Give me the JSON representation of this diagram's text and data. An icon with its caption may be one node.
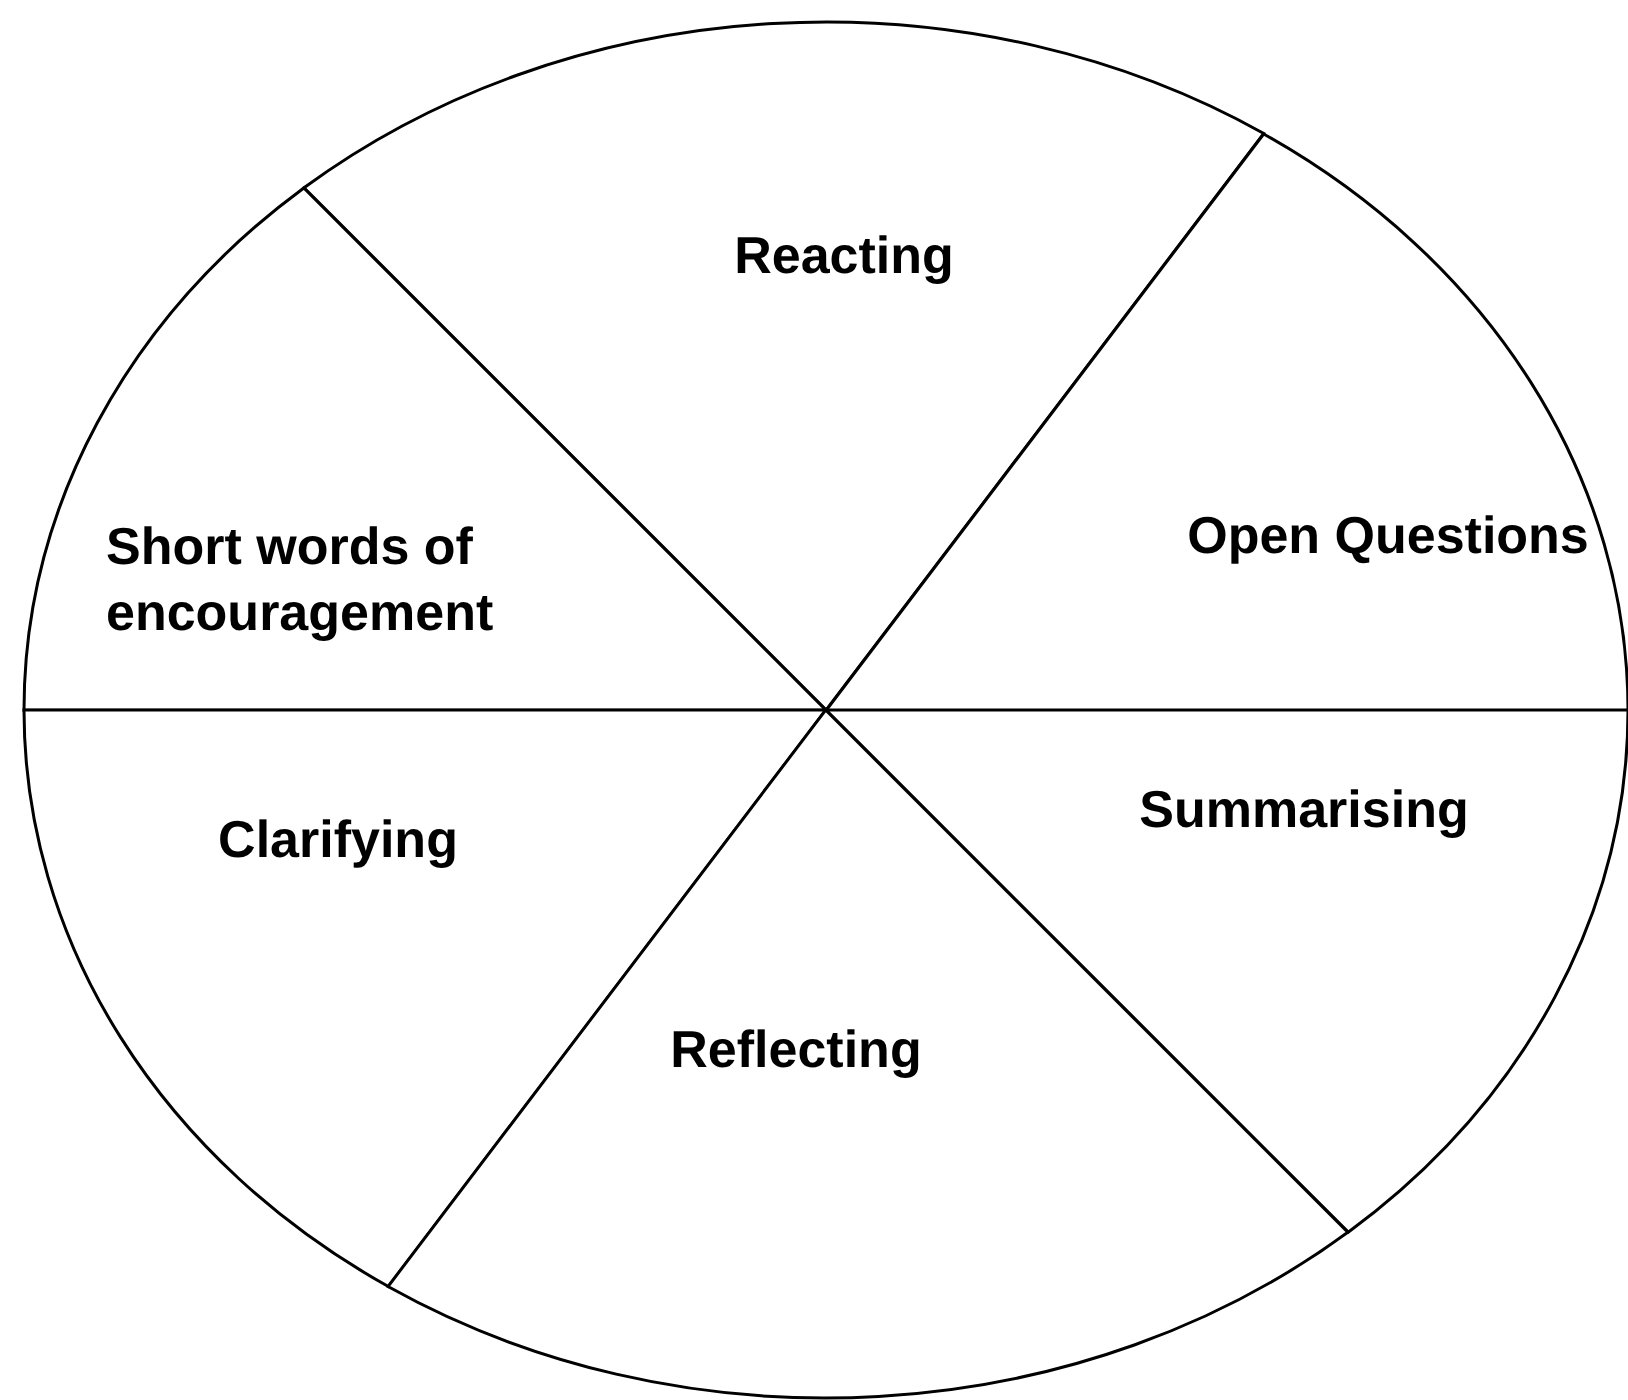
{
  "diagram": {
    "nodes": [
      {
        "text": [
          "Reacting"
        ]
      },
      {
        "text": [
          "Short words of encouragement"
        ]
      },
      {
        "text": [
          "Open Questions"
        ]
      },
      {
        "text": [
          "Clarifying"
        ]
      },
      {
        "text": [
          "Summarising"
        ]
      },
      {
        "text": [
          "Reflecting"
        ]
      }
    ]
  }
}
